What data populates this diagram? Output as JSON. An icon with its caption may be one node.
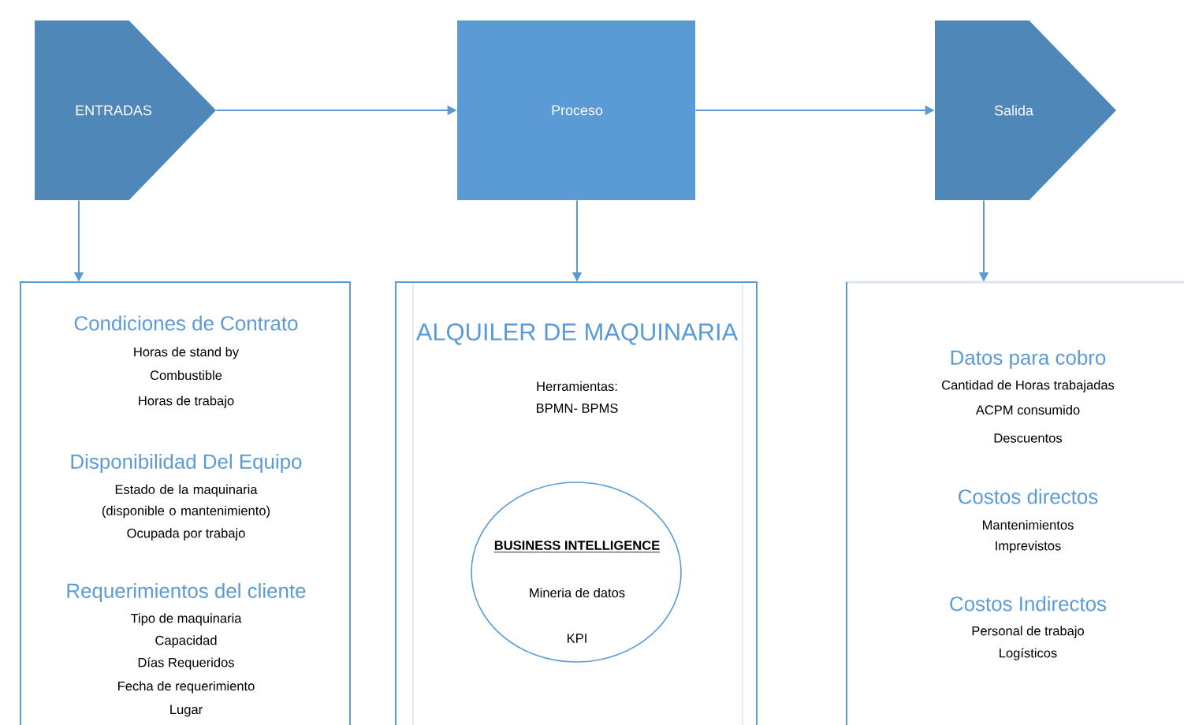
{
  "diagram": {
    "nodes": [
      {
        "text": [
          "ENTRADAS"
        ]
      },
      {
        "text": [
          "Proceso"
        ]
      },
      {
        "text": [
          "Salida"
        ]
      },
      {
        "text": [
          "Condiciones de Contrato",
          "Horas de stand by",
          "Combustible",
          "Horas de trabajo",
          "Disponibilidad Del Equipo",
          "Estado de la maquinaria (disponible o mantenimiento)",
          "Ocupada por trabajo",
          "Requerimientos del cliente",
          "Tipo de maquinaria",
          "Capacidad",
          "Días Requeridos",
          "Fecha de requerimiento",
          "Lugar"
        ]
      },
      {
        "text": [
          "ALQUILER DE MAQUINARIA",
          "Herramientas:",
          "BPMN- BPMS"
        ]
      },
      {
        "text": [
          "BUSINESS INTELLIGENCE",
          "Mineria de datos",
          "KPI"
        ],
        "in": 4
      },
      {
        "text": [
          "Datos para cobro",
          "Cantidad de Horas trabajadas",
          "ACPM consumido",
          "Descuentos",
          "Costos directos",
          "Mantenimientos",
          "Imprevistos",
          "Costos Indirectos",
          "Personal de trabajo",
          "Logísticos"
        ]
      }
    ],
    "edges": [
      {
        "from": 0,
        "to": 1,
        "arrow": "to"
      },
      {
        "from": 1,
        "to": 2,
        "arrow": "to"
      },
      {
        "from": 0,
        "to": 3,
        "arrow": "to"
      },
      {
        "from": 1,
        "to": 4,
        "arrow": "to"
      },
      {
        "from": 2,
        "to": 6,
        "arrow": "to"
      }
    ]
  }
}
